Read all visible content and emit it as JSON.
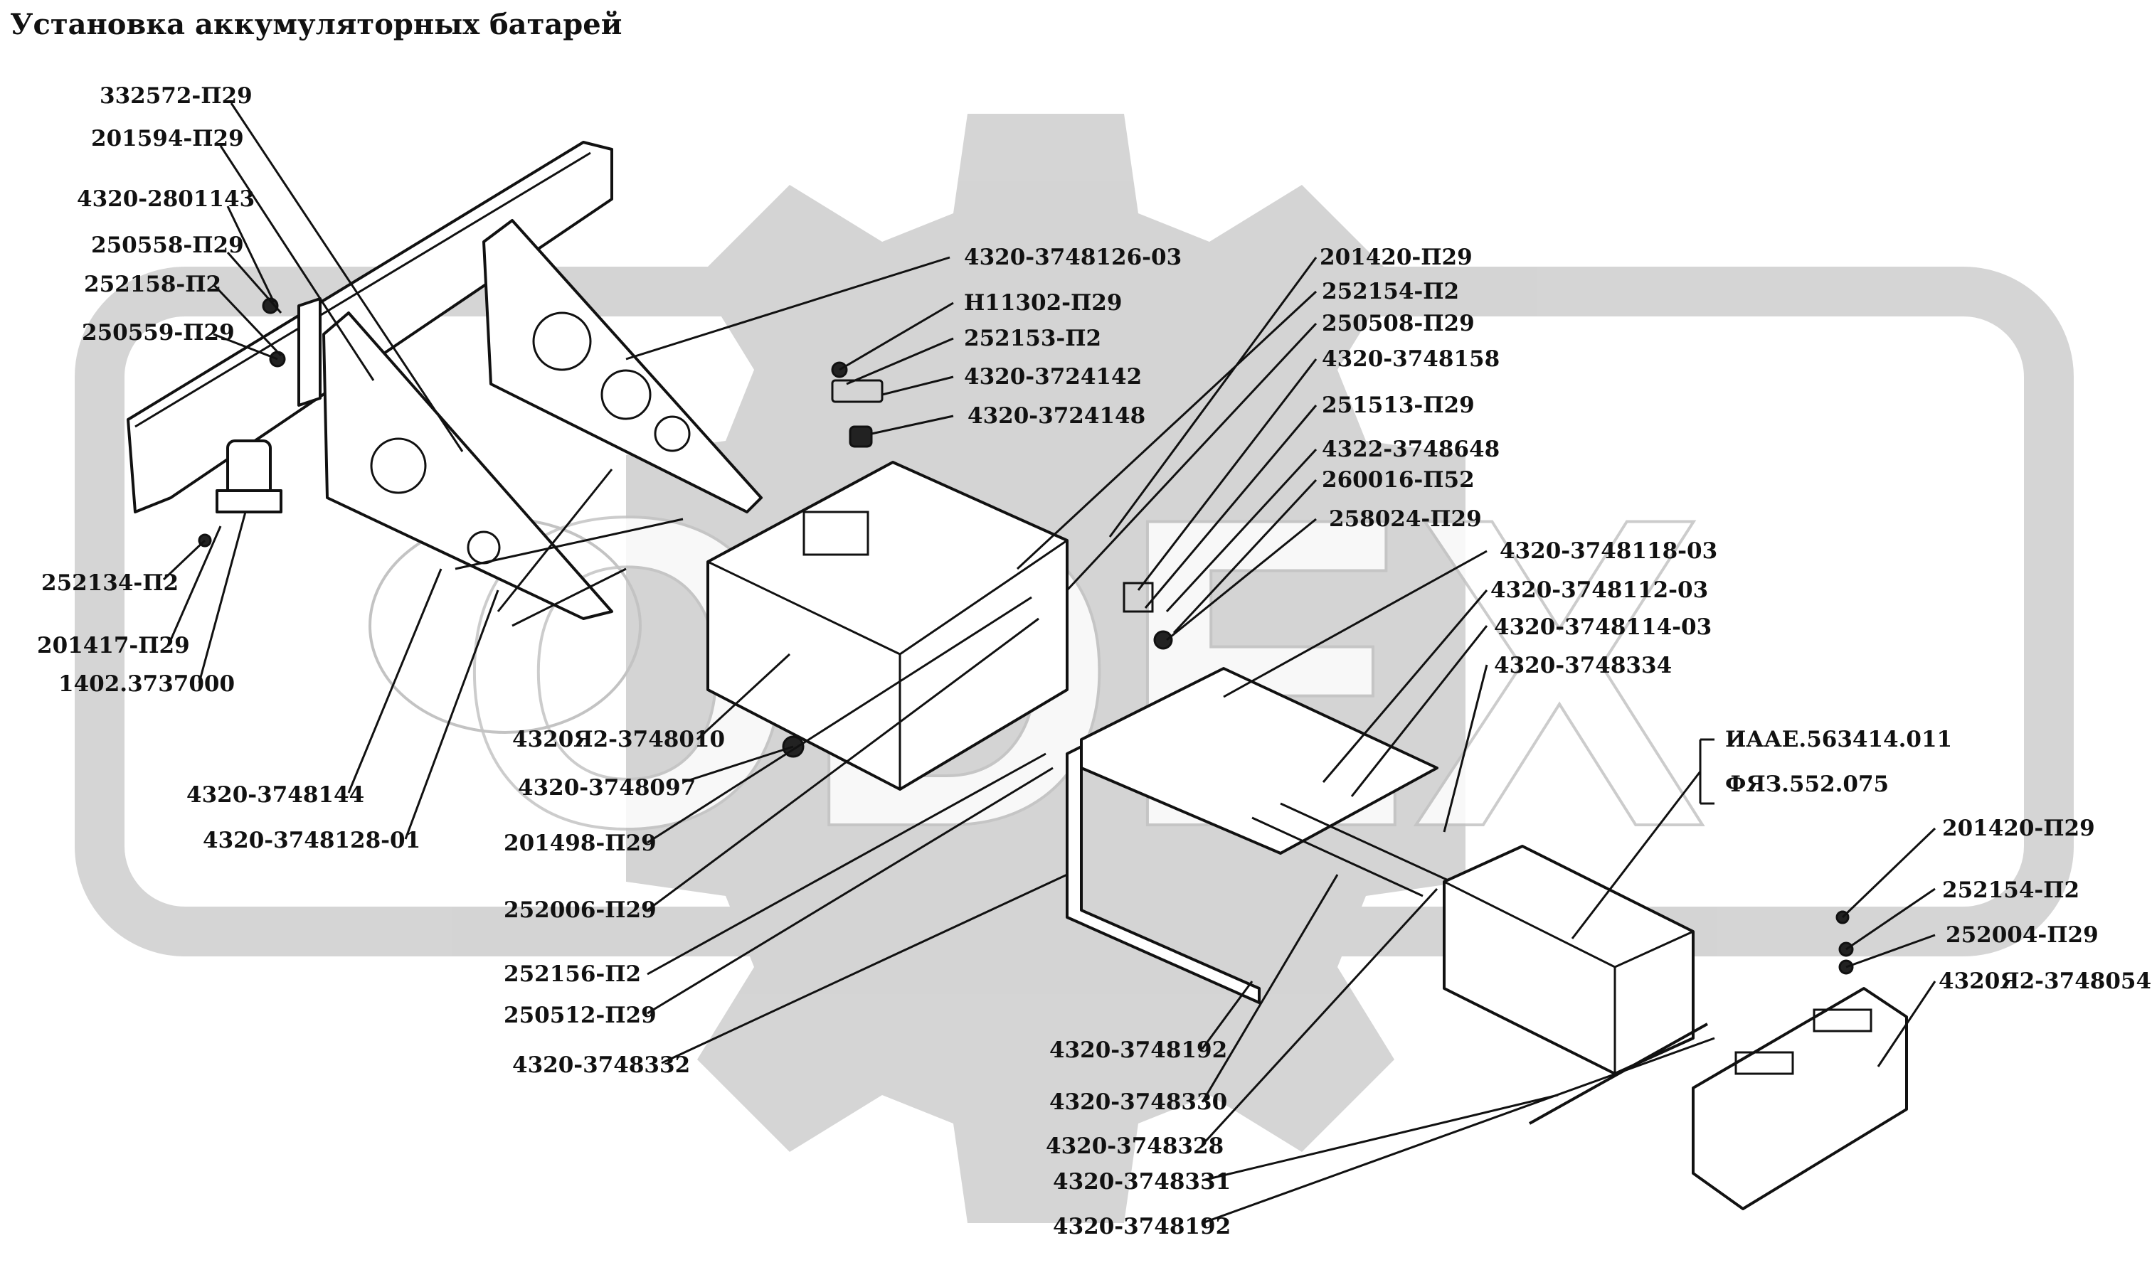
{
  "title": "Установка аккумуляторных батарей",
  "watermark": "ODEX",
  "labels": [
    {
      "text": "332572-П29"
    },
    {
      "text": "201594-П29"
    },
    {
      "text": "4320-2801143"
    },
    {
      "text": "250558-П29"
    },
    {
      "text": "252158-П2"
    },
    {
      "text": "250559-П29"
    },
    {
      "text": "252134-П2"
    },
    {
      "text": "201417-П29"
    },
    {
      "text": "1402.3737000"
    },
    {
      "text": "4320-3748126-03"
    },
    {
      "text": "Н11302-П29"
    },
    {
      "text": "252153-П2"
    },
    {
      "text": "4320-3724142"
    },
    {
      "text": "4320-3724148"
    },
    {
      "text": "201420-П29"
    },
    {
      "text": "252154-П2"
    },
    {
      "text": "250508-П29"
    },
    {
      "text": "4320-3748158"
    },
    {
      "text": "251513-П29"
    },
    {
      "text": "4322-3748648"
    },
    {
      "text": "260016-П52"
    },
    {
      "text": "258024-П29"
    },
    {
      "text": "4320-3748118-03"
    },
    {
      "text": "4320-3748112-03"
    },
    {
      "text": "4320-3748114-03"
    },
    {
      "text": "4320-3748334"
    },
    {
      "text": "ИААЕ.563414.011"
    },
    {
      "text": "ФЯЗ.552.075"
    },
    {
      "text": "4320Я2-3748010"
    },
    {
      "text": "4320-3748097"
    },
    {
      "text": "201498-П29"
    },
    {
      "text": "252006-П29"
    },
    {
      "text": "252156-П2"
    },
    {
      "text": "250512-П29"
    },
    {
      "text": "4320-3748332"
    },
    {
      "text": "4320-3748144"
    },
    {
      "text": "4320-3748128-01"
    },
    {
      "text": "201420-П29"
    },
    {
      "text": "252154-П2"
    },
    {
      "text": "252004-П29"
    },
    {
      "text": "4320Я2-3748054"
    },
    {
      "text": "4320-3748192"
    },
    {
      "text": "4320-3748330"
    },
    {
      "text": "4320-3748328"
    },
    {
      "text": "4320-3748331"
    },
    {
      "text": "4320-3748192"
    }
  ]
}
